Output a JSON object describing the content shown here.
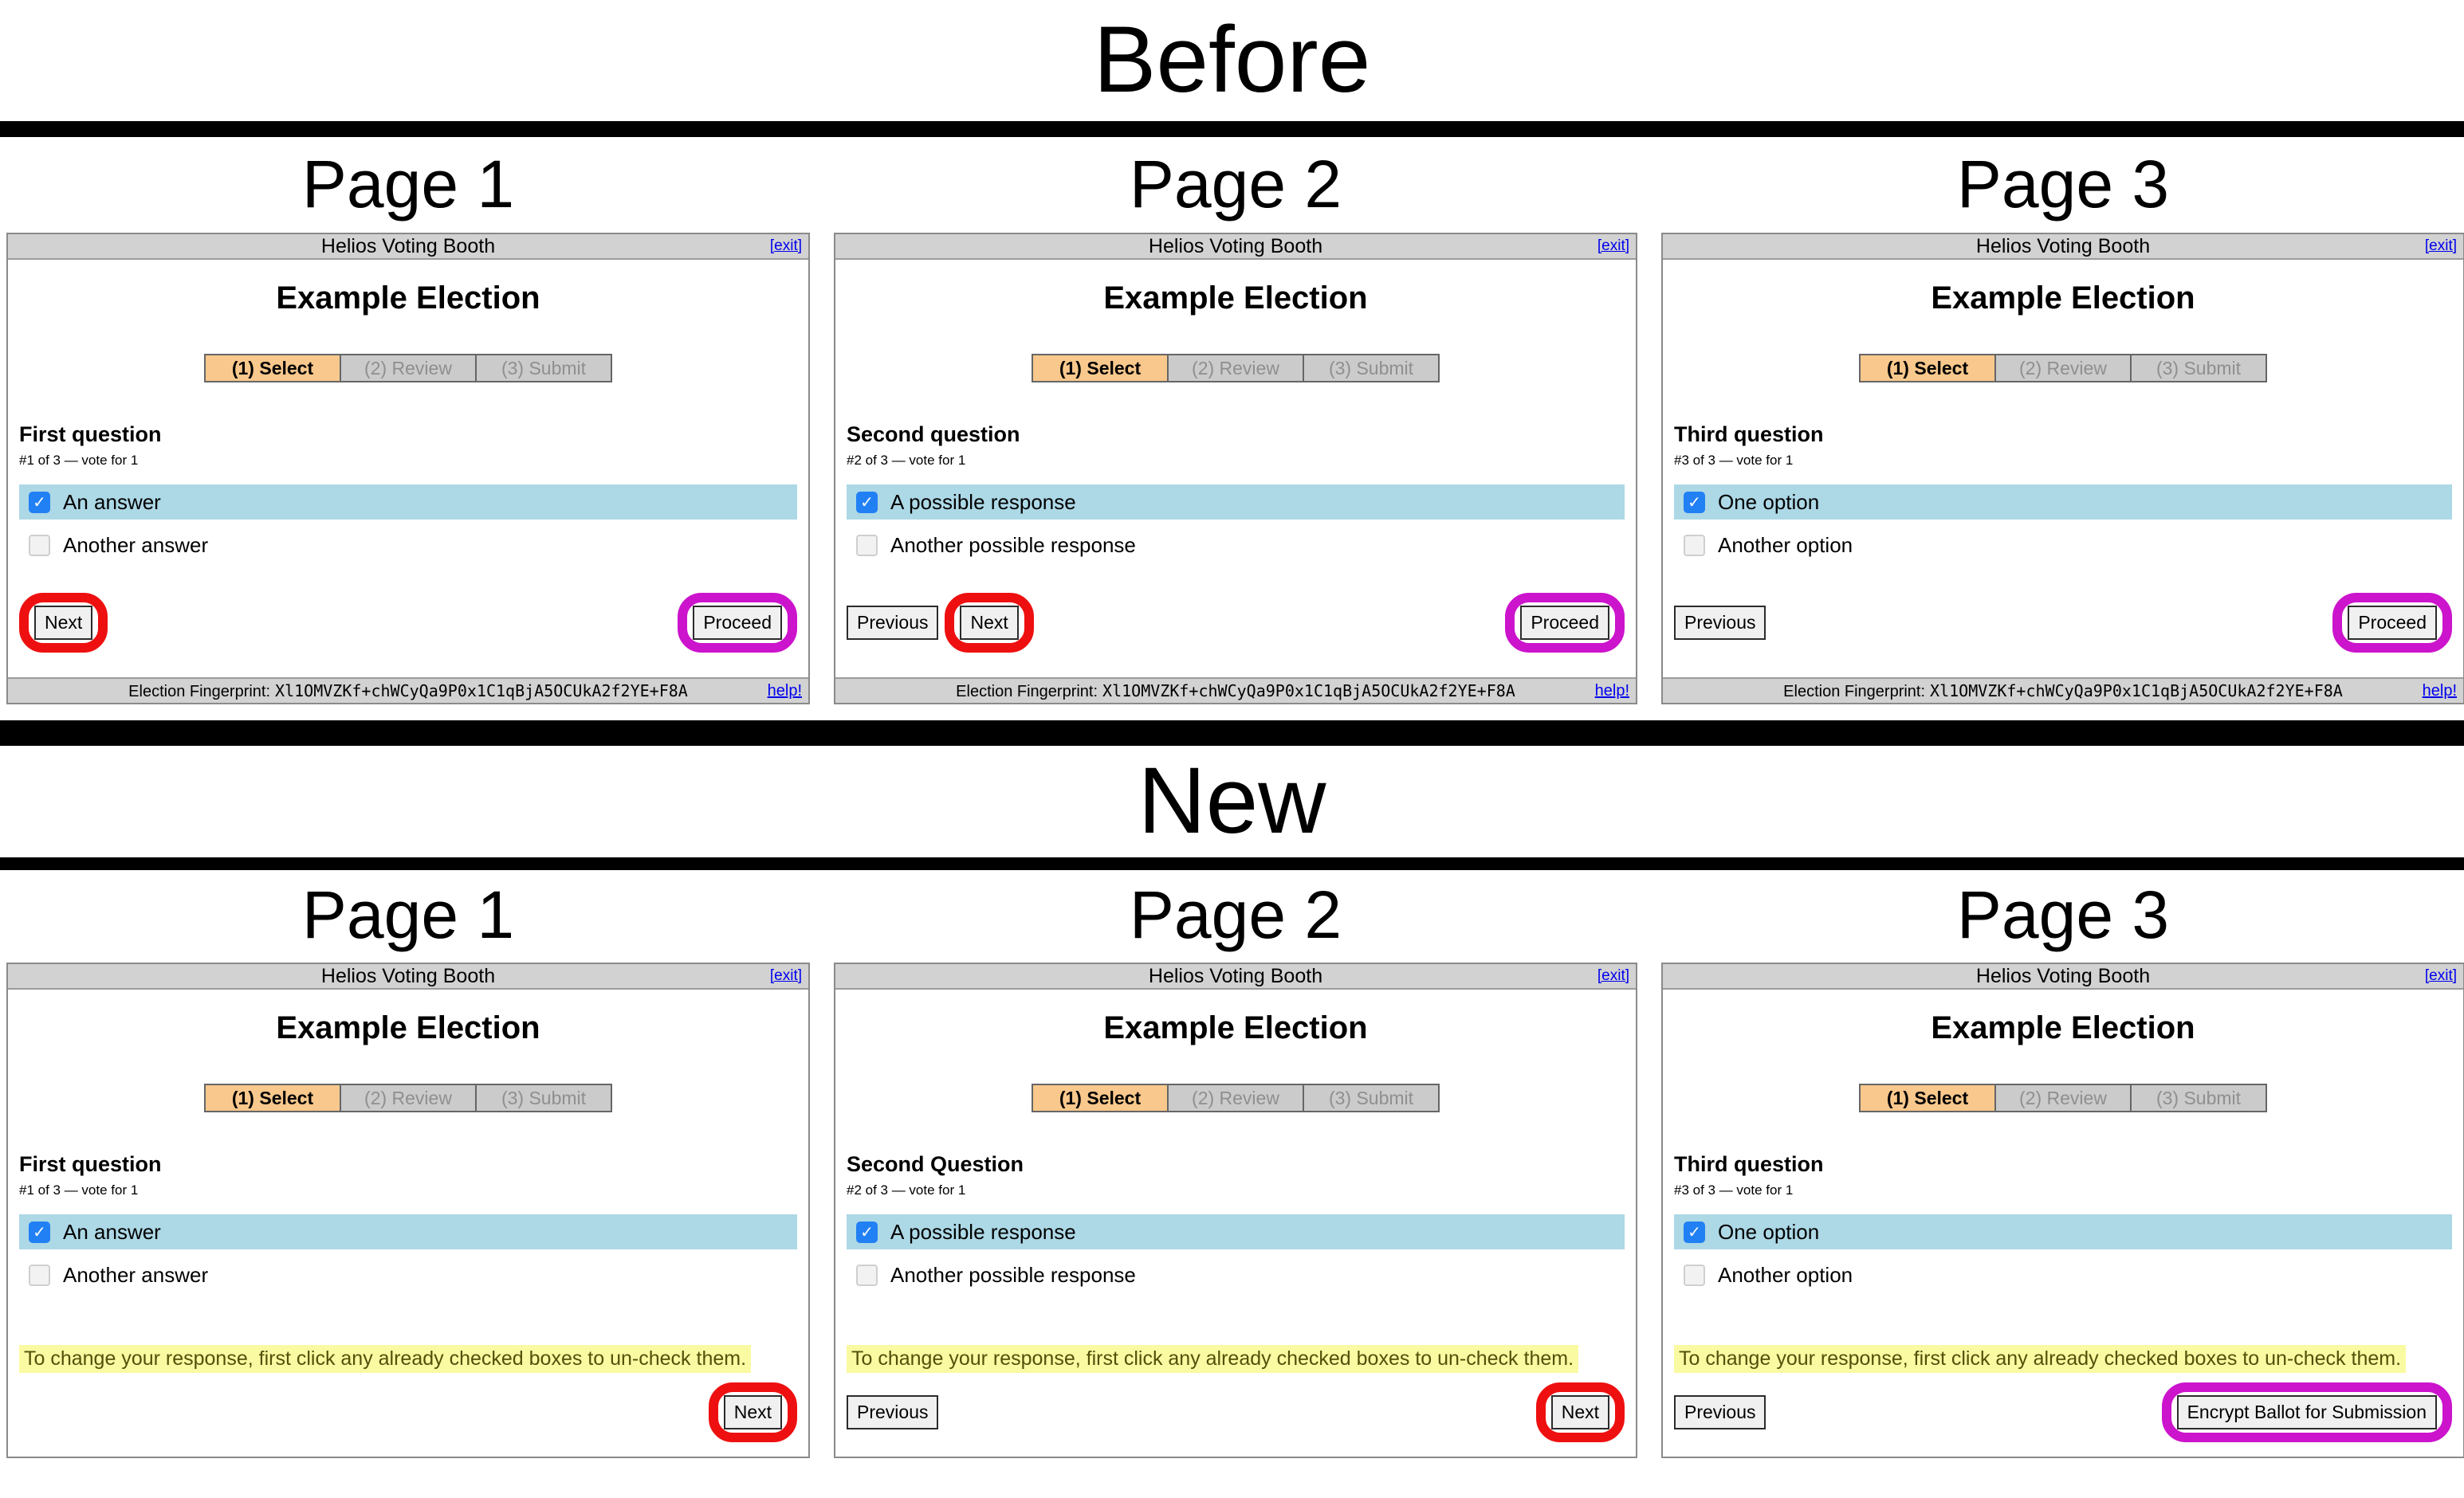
{
  "colors": {
    "tab_active_bg": "#F9C88C",
    "tab_inactive_bg": "#CBCBCB",
    "titlebar_bg": "#D2D2D2",
    "option_highlight_blue": "#ADD8E6",
    "checkbox_checked_blue": "#2180F3",
    "note_bg_yellow": "#FAFAA2",
    "note_text": "#51510A",
    "annotation_red": "#EE1010",
    "annotation_magenta": "#CC14CC",
    "link_blue": "#0000EE"
  },
  "glyphs": {
    "check": "✓"
  },
  "before": {
    "label": "Before",
    "page_headers": [
      "Page 1",
      "Page 2",
      "Page 3"
    ],
    "pages": [
      {
        "window_title": "Helios Voting Booth",
        "exit_link": "[exit]",
        "election_title": "Example Election",
        "tabs": [
          "(1) Select",
          "(2) Review",
          "(3) Submit"
        ],
        "question": "First question",
        "question_meta": "#1 of 3 — vote for 1",
        "options": [
          {
            "label": "An answer",
            "checked": true
          },
          {
            "label": "Another answer",
            "checked": false
          }
        ],
        "buttons": {
          "next": "Next",
          "proceed": "Proceed"
        },
        "footer": {
          "fingerprint_label": "Election Fingerprint:",
          "fingerprint_value": "Xl1OMVZKf+chWCyQa9P0x1C1qBjA5OCUkA2f2YE+F8A",
          "help_link": "help!"
        }
      },
      {
        "window_title": "Helios Voting Booth",
        "exit_link": "[exit]",
        "election_title": "Example Election",
        "tabs": [
          "(1) Select",
          "(2) Review",
          "(3) Submit"
        ],
        "question": "Second question",
        "question_meta": "#2 of 3 — vote for 1",
        "options": [
          {
            "label": "A possible response",
            "checked": true
          },
          {
            "label": "Another possible response",
            "checked": false
          }
        ],
        "buttons": {
          "previous": "Previous",
          "next": "Next",
          "proceed": "Proceed"
        },
        "footer": {
          "fingerprint_label": "Election Fingerprint:",
          "fingerprint_value": "Xl1OMVZKf+chWCyQa9P0x1C1qBjA5OCUkA2f2YE+F8A",
          "help_link": "help!"
        }
      },
      {
        "window_title": "Helios Voting Booth",
        "exit_link": "[exit]",
        "election_title": "Example Election",
        "tabs": [
          "(1) Select",
          "(2) Review",
          "(3) Submit"
        ],
        "question": "Third question",
        "question_meta": "#3 of 3 — vote for 1",
        "options": [
          {
            "label": "One option",
            "checked": true
          },
          {
            "label": "Another option",
            "checked": false
          }
        ],
        "buttons": {
          "previous": "Previous",
          "proceed": "Proceed"
        },
        "footer": {
          "fingerprint_label": "Election Fingerprint:",
          "fingerprint_value": "Xl1OMVZKf+chWCyQa9P0x1C1qBjA5OCUkA2f2YE+F8A",
          "help_link": "help!"
        }
      }
    ]
  },
  "new": {
    "label": "New",
    "page_headers": [
      "Page 1",
      "Page 2",
      "Page 3"
    ],
    "note": "To change your response, first click any already checked boxes to un-check them.",
    "pages": [
      {
        "window_title": "Helios Voting Booth",
        "exit_link": "[exit]",
        "election_title": "Example Election",
        "tabs": [
          "(1) Select",
          "(2) Review",
          "(3) Submit"
        ],
        "question": "First question",
        "question_meta": "#1 of 3 — vote for 1",
        "options": [
          {
            "label": "An answer",
            "checked": true
          },
          {
            "label": "Another answer",
            "checked": false
          }
        ],
        "buttons": {
          "next": "Next"
        }
      },
      {
        "window_title": "Helios Voting Booth",
        "exit_link": "[exit]",
        "election_title": "Example Election",
        "tabs": [
          "(1) Select",
          "(2) Review",
          "(3) Submit"
        ],
        "question": "Second Question",
        "question_meta": "#2 of 3 — vote for 1",
        "options": [
          {
            "label": "A possible response",
            "checked": true
          },
          {
            "label": "Another possible response",
            "checked": false
          }
        ],
        "buttons": {
          "previous": "Previous",
          "next": "Next"
        }
      },
      {
        "window_title": "Helios Voting Booth",
        "exit_link": "[exit]",
        "election_title": "Example Election",
        "tabs": [
          "(1) Select",
          "(2) Review",
          "(3) Submit"
        ],
        "question": "Third question",
        "question_meta": "#3 of 3 — vote for 1",
        "options": [
          {
            "label": "One option",
            "checked": true
          },
          {
            "label": "Another option",
            "checked": false
          }
        ],
        "buttons": {
          "previous": "Previous",
          "encrypt": "Encrypt Ballot for Submission"
        }
      }
    ]
  }
}
